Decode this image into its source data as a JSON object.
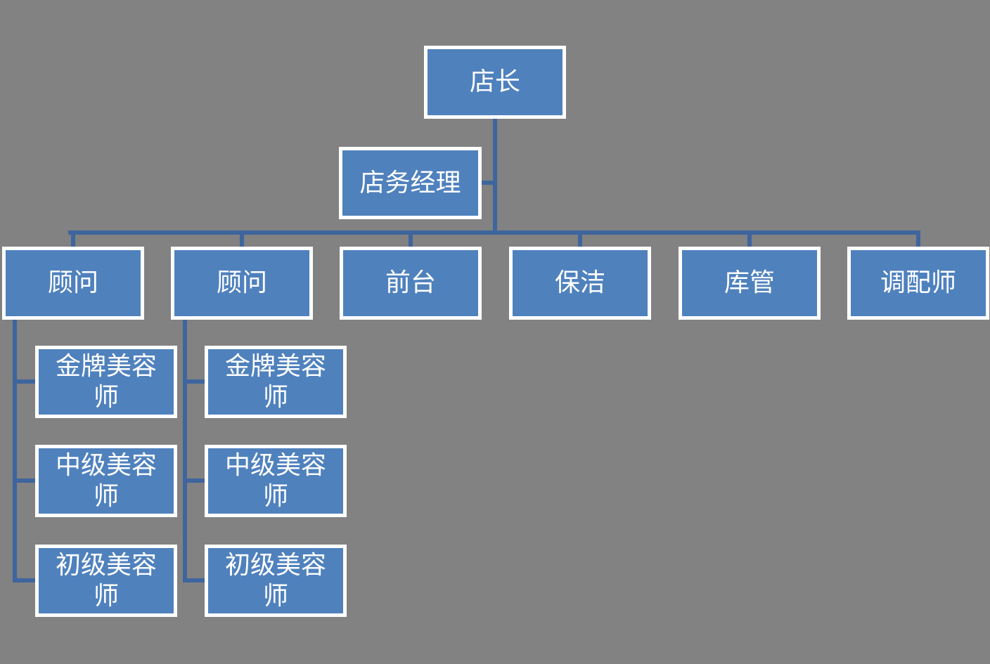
{
  "org_chart": {
    "root": {
      "label": "店长"
    },
    "assistant": {
      "label": "店务经理"
    },
    "departments": [
      {
        "label": "顾问",
        "children": [
          {
            "label": "金牌美容师"
          },
          {
            "label": "中级美容师"
          },
          {
            "label": "初级美容师"
          }
        ]
      },
      {
        "label": "顾问",
        "children": [
          {
            "label": "金牌美容师"
          },
          {
            "label": "中级美容师"
          },
          {
            "label": "初级美容师"
          }
        ]
      },
      {
        "label": "前台",
        "children": []
      },
      {
        "label": "保洁",
        "children": []
      },
      {
        "label": "库管",
        "children": []
      },
      {
        "label": "调配师",
        "children": []
      }
    ],
    "colors": {
      "background": "#828282",
      "box_fill": "#4F81BD",
      "box_border": "#FFFFFF",
      "connector": "#3E659E",
      "text": "#FFFFFF"
    }
  }
}
